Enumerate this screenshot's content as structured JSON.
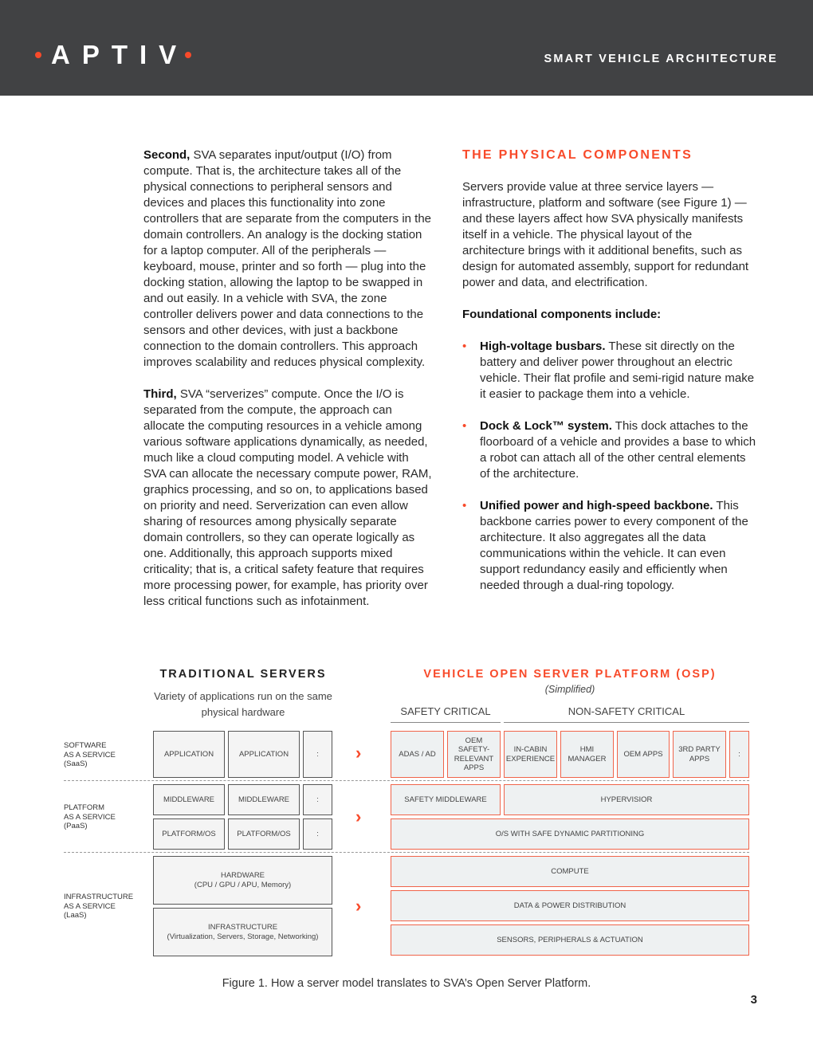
{
  "header": {
    "logo_text": "APTIV",
    "title": "SMART VEHICLE ARCHITECTURE",
    "background": "#414244",
    "accent": "#f84a2a"
  },
  "left_column": {
    "p1_lead": "Second,",
    "p1_body": " SVA separates input/output (I/O) from compute. That is, the architecture takes all of the physical connections to peripheral sensors and devices and places this functionality into zone controllers that are separate from the computers in the domain controllers. An analogy is the docking station for a laptop computer. All of the peripherals — keyboard, mouse, printer and so forth — plug into the docking station, allowing the laptop to be swapped in and out easily. In a vehicle with SVA, the zone controller delivers power and data connections to the sensors and other devices, with just a backbone connection to the domain controllers. This approach improves scalability and reduces physical complexity.",
    "p2_lead": "Third,",
    "p2_body": " SVA “serverizes” compute. Once the I/O is separated from the compute, the approach can allocate the computing resources in a vehicle among various software applications dynamically, as needed, much like a cloud computing model. A vehicle with SVA can allocate the necessary compute power, RAM, graphics processing, and so on, to applications based on priority and need. Serverization can even allow sharing of resources among physically separate domain controllers, so they can operate logically as one. Additionally, this approach supports mixed criticality; that is, a critical safety feature that requires more processing power, for example, has priority over less critical functions such as infotainment."
  },
  "right_column": {
    "heading": "THE PHYSICAL COMPONENTS",
    "intro": "Servers provide value at three service layers — infrastructure, platform and software (see Figure 1) — and these layers affect how SVA physically manifests itself in a vehicle. The physical layout of the architecture brings with it additional benefits, such as design for automated assembly, support for redundant power and data, and electrification.",
    "sub_heading": "Foundational components include:",
    "bullets": [
      {
        "lead": "High-voltage busbars.",
        "body": " These sit directly on the battery and deliver power throughout an electric vehicle. Their flat profile and semi-rigid nature make it easier to package them into a vehicle."
      },
      {
        "lead": "Dock & Lock™ system.",
        "body": " This dock attaches to the floorboard of a vehicle and provides a base to which a robot can attach all of the other central elements of the architecture."
      },
      {
        "lead": "Unified power and high-speed backbone.",
        "body": " This backbone carries power to every component of the architecture. It also aggregates all the data communications within the vehicle. It can even support redundancy easily and efficiently when needed through a dual-ring topology."
      }
    ]
  },
  "diagram": {
    "traditional_title": "TRADITIONAL SERVERS",
    "traditional_sub": "Variety of applications run on the same physical hardware",
    "osp_title": "VEHICLE OPEN SERVER PLATFORM (OSP)",
    "osp_sub": "(Simplified)",
    "safety_critical": "SAFETY CRITICAL",
    "non_safety_critical": "NON-SAFETY CRITICAL",
    "row_labels": {
      "saas": [
        "SOFTWARE",
        "AS A SERVICE",
        "(SaaS)"
      ],
      "paas": [
        "PLATFORM",
        "AS A SERVICE",
        "(PaaS)"
      ],
      "laas": [
        "INFRASTRUCTURE",
        "AS A SERVICE",
        "(LaaS)"
      ]
    },
    "traditional": {
      "application": "APPLICATION",
      "middleware": "MIDDLEWARE",
      "platform_os": "PLATFORM/OS",
      "more": ":",
      "hardware": "HARDWARE",
      "hardware_sub": "(CPU / GPU / APU, Memory)",
      "infrastructure": "INFRASTRUCTURE",
      "infrastructure_sub": "(Virtualization, Servers, Storage, Networking)"
    },
    "osp": {
      "apps": [
        "ADAS / AD",
        "OEM SAFETY-RELEVANT APPS",
        "IN-CABIN EXPERIENCE",
        "HMI MANAGER",
        "OEM APPS",
        "3RD PARTY APPS",
        ":"
      ],
      "safety_middleware": "SAFETY MIDDLEWARE",
      "hypervisor": "HYPERVISIOR",
      "os": "O/S WITH SAFE DYNAMIC PARTITIONING",
      "compute": "COMPUTE",
      "data_power": "DATA & POWER DISTRIBUTION",
      "sensors": "SENSORS, PERIPHERALS & ACTUATION"
    },
    "arrow_glyph": "›"
  },
  "caption": "Figure 1. How a server model translates to SVA’s Open Server Platform.",
  "page_number": "3"
}
